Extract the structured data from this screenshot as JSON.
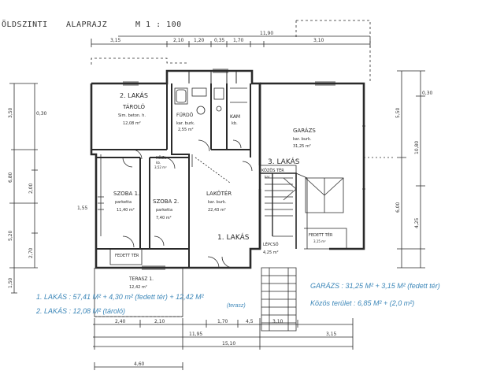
{
  "header": {
    "title": "ÖLDSZINTI",
    "subtitle": "ALAPRAJZ",
    "scale": "M 1 : 100"
  },
  "rooms": {
    "taroló": {
      "name": "2. LAKÁS",
      "sub": "TÁROLÓ",
      "floor": "Sim. beton. h.",
      "area": "12,08 m²"
    },
    "furdo": {
      "name": "FÜRDŐ",
      "floor": "kar. burk.",
      "area": "2,55 m²"
    },
    "kamra": {
      "name": "KAM",
      "floor": "kb.",
      "area": ""
    },
    "garazs": {
      "name": "GARÁZS",
      "floor": "kar. burk.",
      "area": "31,25 m²"
    },
    "lakas3": {
      "name": "3. LAKÁS"
    },
    "kozl": {
      "name": "KÖZL.",
      "floor": "kb.",
      "area": "3,52 m²"
    },
    "szoba1": {
      "name": "SZOBA 1.",
      "floor": "parketta",
      "area": "11,40 m²"
    },
    "szoba2": {
      "name": "SZOBA 2.",
      "floor": "parketta",
      "area": "7,40 m²"
    },
    "lakoter": {
      "name": "LAKÓTÉR",
      "floor": "kar. burk.",
      "area": "22,43 m²"
    },
    "lakas1": {
      "name": "1. LAKÁS"
    },
    "kozos": {
      "name": "KÖZÖS TÉR",
      "floor": "kar.",
      "area": ""
    },
    "lepcso": {
      "name": "LÉPCSŐ",
      "floor": "",
      "area": "4,25 m²"
    },
    "fedett_right": {
      "name": "FEDETT TÉR",
      "area": "3,15 m²"
    },
    "fedett_left": {
      "name": "FEDETT TÉR"
    },
    "terasz": {
      "name": "TERASZ 1.",
      "area": "12,42 m²"
    }
  },
  "notes": {
    "l1": "1. LAKÁS : 57,41 M² + 4,30 m² (fedett tér) + 12,42 M²",
    "l1_sub": "(terasz)",
    "l2": "2. LAKÁS : 12,08 M² (tároló)",
    "g": "GARÁZS : 31,25 M² + 3,15 M² (fedett tér)",
    "k": "Közös terület : 6,85 M² + (2,0 m²)"
  },
  "dims": {
    "top_total": "11,90",
    "top": [
      "3,15",
      "2,10",
      "1,20",
      "0,35",
      "1,70",
      "3,10"
    ],
    "bottom": [
      "2,40",
      "2,10",
      "1,70",
      "4,5",
      "3,10"
    ],
    "bottom_sub": "11,95",
    "bottom_total": "15,10",
    "bottom_left": "4,60",
    "bottom_right": "3,15",
    "left": [
      "3,50",
      "6,80",
      "5,20",
      "1,50"
    ],
    "left_small": [
      "0,30",
      "2,00",
      "1,55",
      "2,70"
    ],
    "right": [
      "5,50",
      "10,80",
      "4,25",
      "6,00"
    ],
    "right_tick": "0,30"
  },
  "colors": {
    "line": "#2a2a2a",
    "note": "#3b86b8"
  }
}
